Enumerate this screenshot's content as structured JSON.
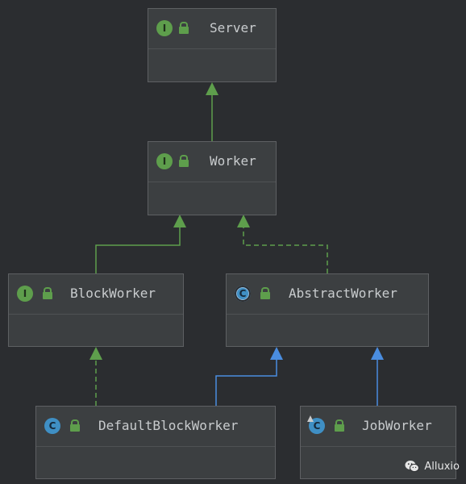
{
  "diagram": {
    "colors": {
      "background": "#2b2d30",
      "node_fill": "#3c3f41",
      "node_border": "#5e6063",
      "title_text": "#c9ccce",
      "interface_badge": "#5e9e4c",
      "class_badge": "#3f8fc4",
      "lock": "#5e9e4c",
      "extends_interface_arrow": "#5e9e4c",
      "extends_class_arrow": "#4a8de0"
    },
    "nodes": [
      {
        "id": "server",
        "name": "Server",
        "kind": "interface",
        "badge": "I",
        "visibility_icon": "lock-icon"
      },
      {
        "id": "worker",
        "name": "Worker",
        "kind": "interface",
        "badge": "I",
        "visibility_icon": "lock-icon"
      },
      {
        "id": "blockworker",
        "name": "BlockWorker",
        "kind": "interface",
        "badge": "I",
        "visibility_icon": "lock-icon"
      },
      {
        "id": "abstractworker",
        "name": "AbstractWorker",
        "kind": "abstract-class",
        "badge": "C",
        "visibility_icon": "lock-icon"
      },
      {
        "id": "defaultblockworker",
        "name": "DefaultBlockWorker",
        "kind": "class",
        "badge": "C",
        "visibility_icon": "lock-icon"
      },
      {
        "id": "jobworker",
        "name": "JobWorker",
        "kind": "class",
        "badge": "C",
        "visibility_icon": "lock-icon"
      }
    ],
    "edges": [
      {
        "from": "worker",
        "to": "server",
        "relation": "extends",
        "style": "solid"
      },
      {
        "from": "blockworker",
        "to": "worker",
        "relation": "extends",
        "style": "solid"
      },
      {
        "from": "abstractworker",
        "to": "worker",
        "relation": "implements",
        "style": "dashed"
      },
      {
        "from": "defaultblockworker",
        "to": "blockworker",
        "relation": "implements",
        "style": "dashed"
      },
      {
        "from": "defaultblockworker",
        "to": "abstractworker",
        "relation": "extends",
        "style": "solid"
      },
      {
        "from": "jobworker",
        "to": "abstractworker",
        "relation": "extends",
        "style": "solid"
      }
    ]
  },
  "watermark": {
    "icon": "wechat-icon",
    "text": "Alluxio"
  }
}
